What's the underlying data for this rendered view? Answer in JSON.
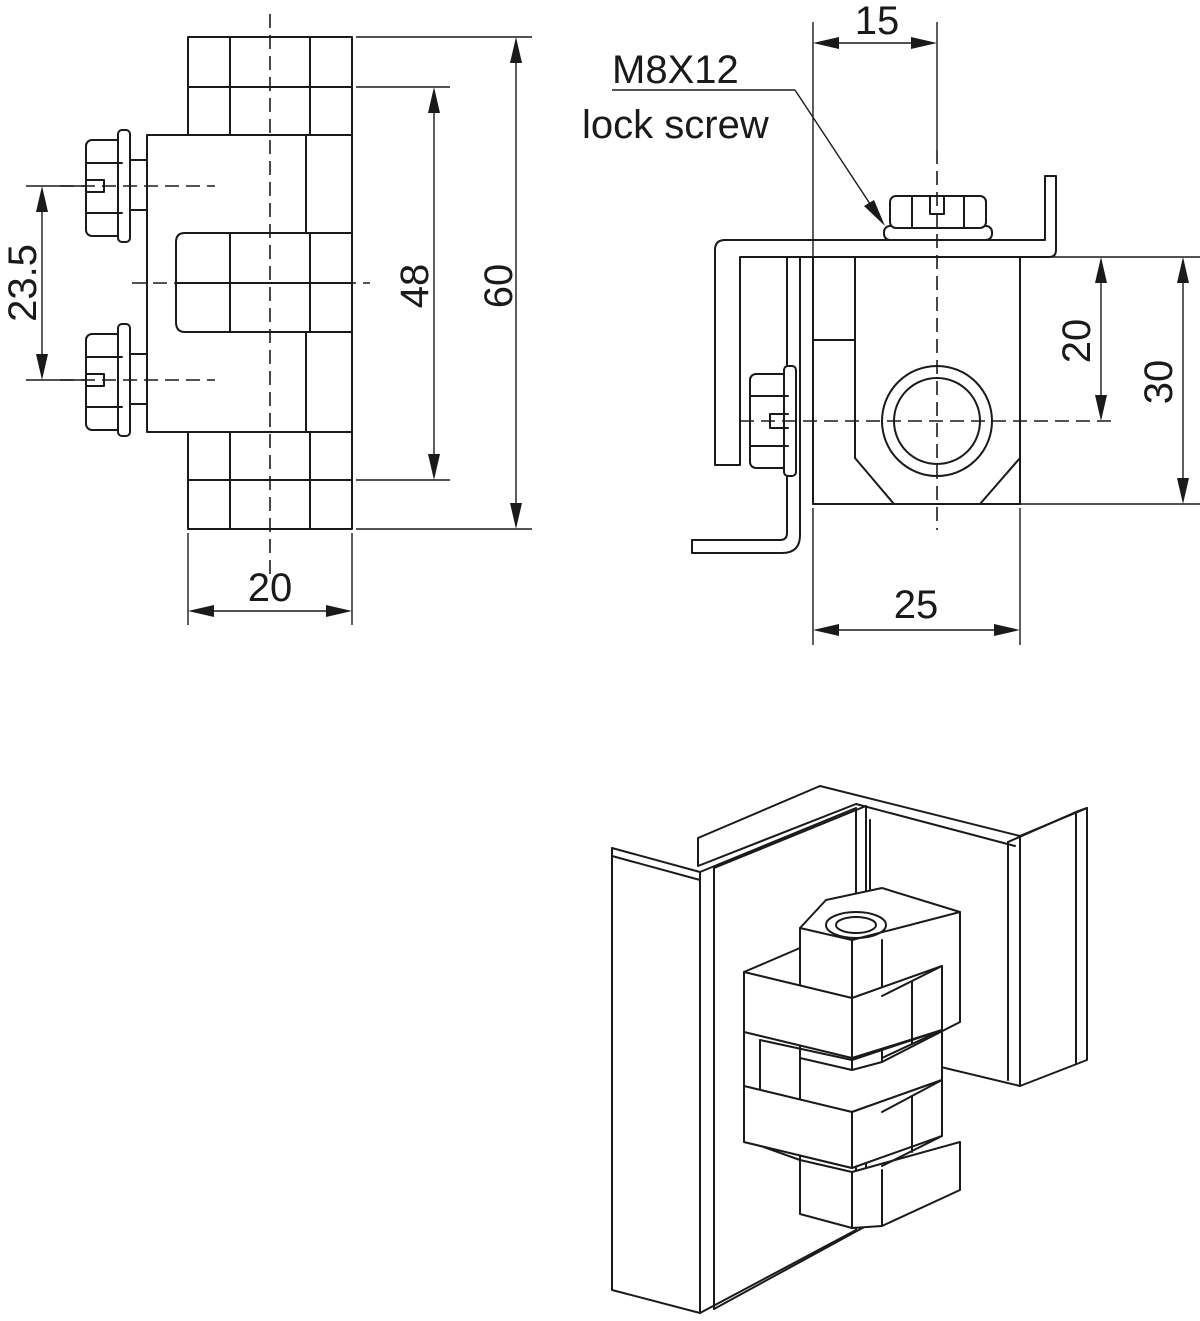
{
  "front_view": {
    "dim_width": "20",
    "dim_pitch": "23.5",
    "dim_inner": "48",
    "dim_height": "60"
  },
  "side_view": {
    "dim_top": "15",
    "dim_hole_offset": "20",
    "dim_depth": "30",
    "dim_bottom": "25",
    "callout_line1": "M8X12",
    "callout_line2": "lock screw"
  }
}
